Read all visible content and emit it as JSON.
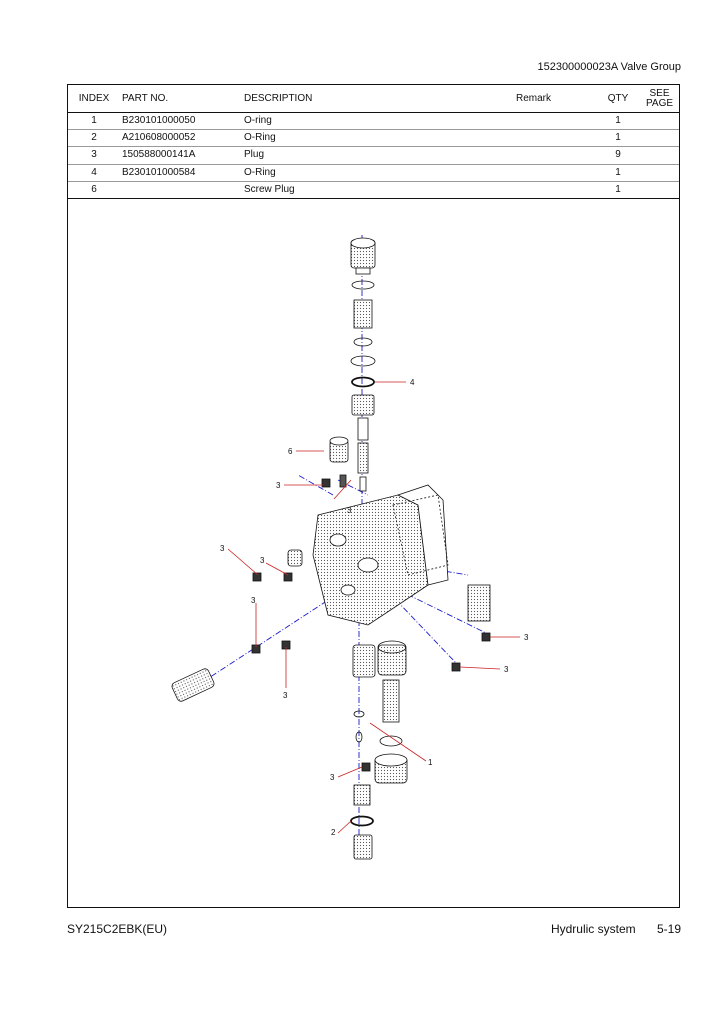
{
  "header": {
    "title": "152300000023A   Valve Group"
  },
  "table": {
    "columns": {
      "index": "INDEX",
      "part_no": "PART NO.",
      "description": "DESCRIPTION",
      "remark": "Remark",
      "qty": "QTY",
      "see_page_1": "SEE",
      "see_page_2": "PAGE"
    },
    "rows": [
      {
        "index": "1",
        "part_no": "B230101000050",
        "description": "O-ring",
        "remark": "",
        "qty": "1",
        "see_page": ""
      },
      {
        "index": "2",
        "part_no": "A210608000052",
        "description": "O-Ring",
        "remark": "",
        "qty": "1",
        "see_page": ""
      },
      {
        "index": "3",
        "part_no": "150588000141A",
        "description": "Plug",
        "remark": "",
        "qty": "9",
        "see_page": ""
      },
      {
        "index": "4",
        "part_no": "B230101000584",
        "description": "O-Ring",
        "remark": "",
        "qty": "1",
        "see_page": ""
      },
      {
        "index": "6",
        "part_no": "",
        "description": "Screw Plug",
        "remark": "",
        "qty": "1",
        "see_page": ""
      }
    ]
  },
  "callouts": {
    "c4": "4",
    "c6": "6",
    "c3a": "3",
    "c3b": "3",
    "c3c": "3",
    "c3d": "3",
    "c3e": "3",
    "c3f": "3",
    "c3g": "3",
    "c3h": "3",
    "c3i": "3",
    "c1": "1",
    "c2": "2"
  },
  "footer": {
    "model": "SY215C2EBK(EU)",
    "section": "Hydrulic system",
    "page": "5-19"
  }
}
